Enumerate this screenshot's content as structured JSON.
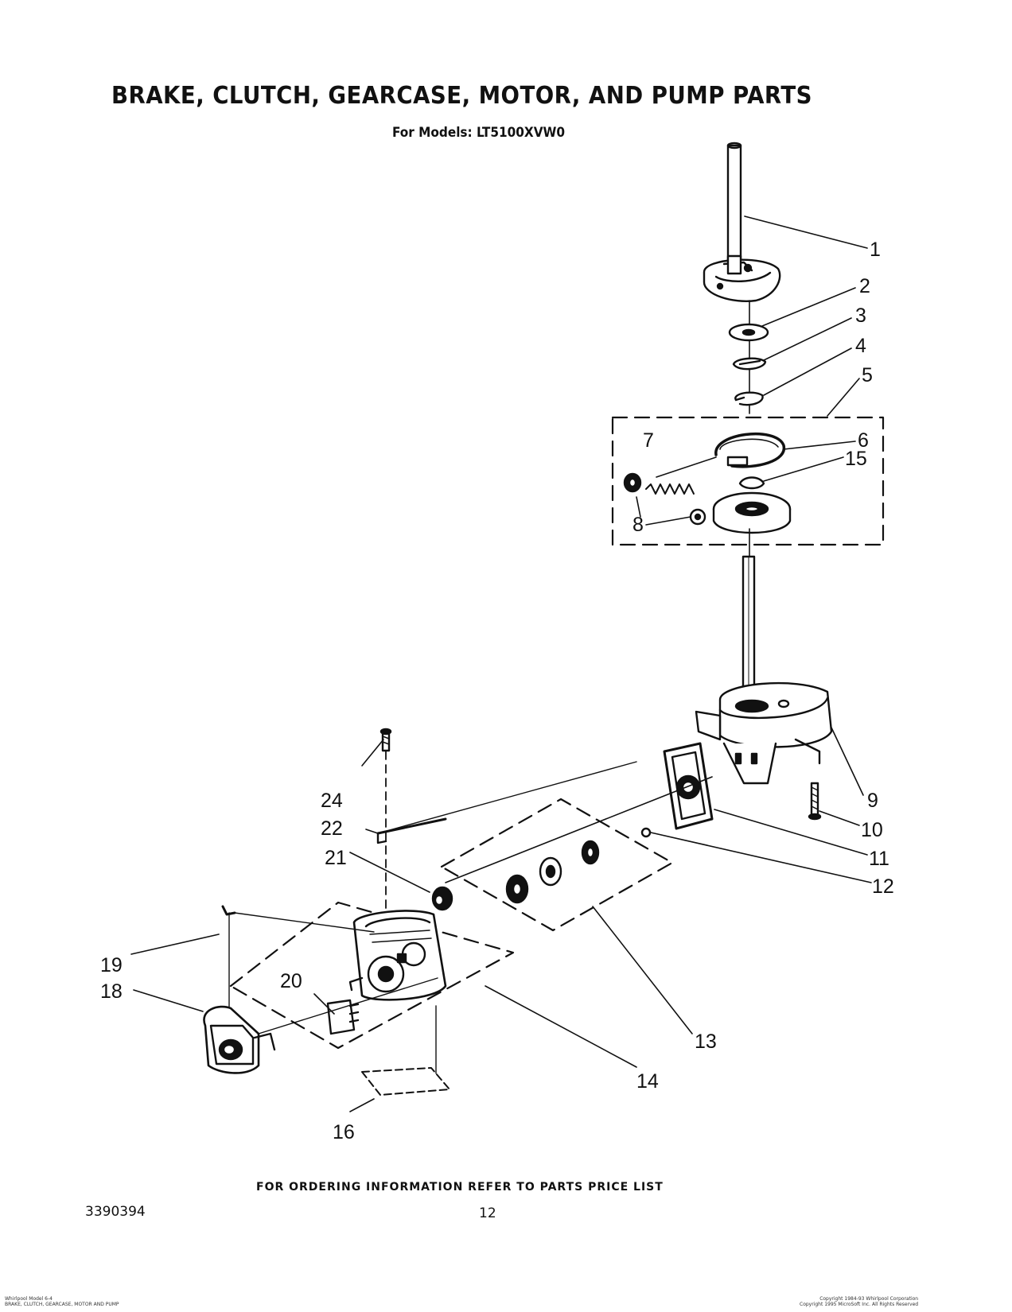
{
  "header": {
    "title": "BRAKE, CLUTCH, GEARCASE, MOTOR, AND PUMP PARTS",
    "subtitle": "For Models: LT5100XVW0"
  },
  "callouts": [
    "1",
    "2",
    "3",
    "4",
    "5",
    "6",
    "7",
    "8",
    "9",
    "10",
    "11",
    "12",
    "13",
    "14",
    "15",
    "16",
    "18",
    "19",
    "20",
    "21",
    "22",
    "24"
  ],
  "footer": {
    "order_note": "FOR ORDERING INFORMATION REFER TO PARTS PRICE LIST",
    "doc_number": "3390394",
    "page_number": "12",
    "left_line1": "Whirlpool Model 6-4",
    "left_line2": "BRAKE, CLUTCH, GEARCASE, MOTOR AND PUMP",
    "right_line1": "Copyright 1984-93 Whirlpool Corporation",
    "right_line2": "Copyright 1995 MicroSoft Inc. All Rights Reserved"
  }
}
